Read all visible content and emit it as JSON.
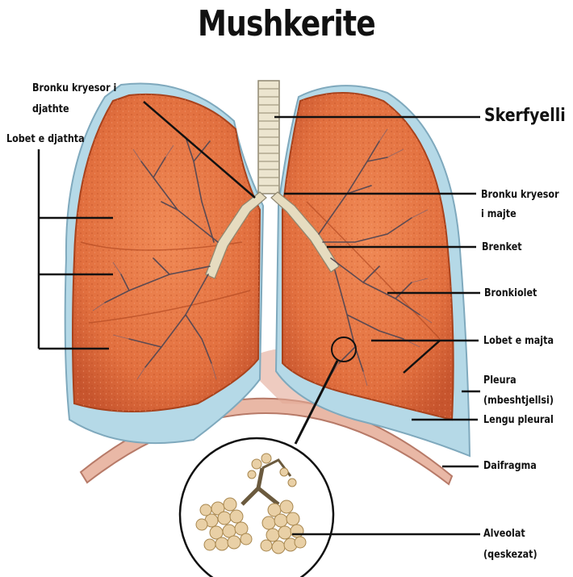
{
  "title": "Mushkerite",
  "labels": {
    "bronku_djathte_1": "Bronku kryesor i",
    "bronku_djathte_2": "djathte",
    "lobet_djathta": "Lobet e djathta",
    "skerfyelli": "Skerfyelli",
    "bronku_majte_1": "Bronku kryesor",
    "bronku_majte_2": "i majte",
    "brenket": "Brenket",
    "bronkiolet": "Bronkiolet",
    "lobet_majta": "Lobet e majta",
    "pleura_1": "Pleura",
    "pleura_2": "(mbeshtjellsi)",
    "lengu_pleural": "Lengu pleural",
    "diafragma": "Daifragma",
    "alveolat_1": "Alveolat",
    "alveolat_2": "(qeskezat)"
  },
  "colors": {
    "lung": "#e77a4a",
    "lung_dark": "#c4502a",
    "pleura": "#a8cfe0",
    "trachea": "#e7e0c8",
    "diaphragm": "#e8b0a0",
    "airway": "#5a4a50"
  }
}
